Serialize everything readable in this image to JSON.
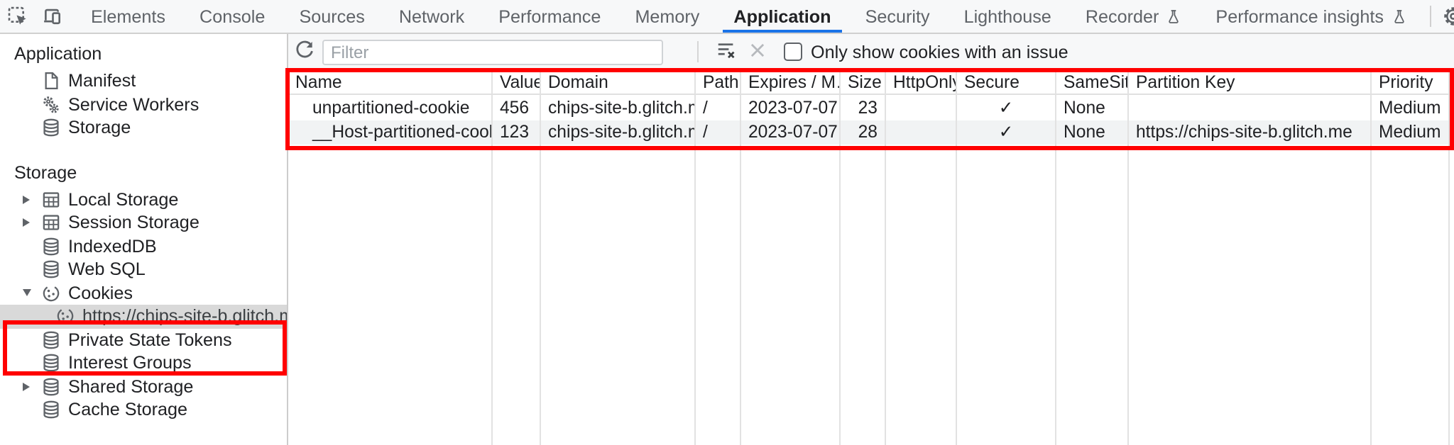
{
  "colors": {
    "accent_blue": "#1a73e8",
    "annotation_red": "#ff0000",
    "selected_gray": "#d9d9d9"
  },
  "tabbar": {
    "tabs": [
      {
        "label": "Elements"
      },
      {
        "label": "Console"
      },
      {
        "label": "Sources"
      },
      {
        "label": "Network"
      },
      {
        "label": "Performance"
      },
      {
        "label": "Memory"
      },
      {
        "label": "Application",
        "active": true
      },
      {
        "label": "Security"
      },
      {
        "label": "Lighthouse"
      },
      {
        "label": "Recorder",
        "flask": true
      },
      {
        "label": "Performance insights",
        "flask": true
      }
    ]
  },
  "sidebar": {
    "sections": [
      {
        "title": "Application",
        "items": [
          {
            "label": "Manifest",
            "icon": "document-icon"
          },
          {
            "label": "Service Workers",
            "icon": "service-worker-icon"
          },
          {
            "label": "Storage",
            "icon": "database-icon"
          }
        ]
      },
      {
        "title": "Storage",
        "items": [
          {
            "label": "Local Storage",
            "icon": "table-icon",
            "arrow": "right"
          },
          {
            "label": "Session Storage",
            "icon": "table-icon",
            "arrow": "right"
          },
          {
            "label": "IndexedDB",
            "icon": "database-icon"
          },
          {
            "label": "Web SQL",
            "icon": "database-icon"
          },
          {
            "label": "Cookies",
            "icon": "cookie-icon",
            "arrow": "down",
            "highlighted": true
          },
          {
            "label": "https://chips-site-b.glitch.me",
            "icon": "cookie-icon",
            "selected": true,
            "highlighted": true
          },
          {
            "label": "Private State Tokens",
            "icon": "database-icon"
          },
          {
            "label": "Interest Groups",
            "icon": "database-icon"
          },
          {
            "label": "Shared Storage",
            "icon": "database-icon",
            "arrow": "right"
          },
          {
            "label": "Cache Storage",
            "icon": "database-icon"
          }
        ]
      }
    ]
  },
  "toolbar": {
    "filter_placeholder": "Filter",
    "checkbox_label": "Only show cookies with an issue",
    "checkbox_checked": false
  },
  "cookie_table": {
    "columns": [
      "Name",
      "Value",
      "Domain",
      "Path",
      "Expires / M…",
      "Size",
      "HttpOnly",
      "Secure",
      "SameSite",
      "Partition Key",
      "Priority"
    ],
    "rows": [
      {
        "name": "unpartitioned-cookie",
        "value": "456",
        "domain": "chips-site-b.glitch.me",
        "path": "/",
        "expires": "2023-07-07…",
        "size": "23",
        "http_only": "",
        "secure": "✓",
        "same_site": "None",
        "partition_key": "",
        "priority": "Medium"
      },
      {
        "name": "__Host-partitioned-cookie",
        "value": "123",
        "domain": "chips-site-b.glitch.me",
        "path": "/",
        "expires": "2023-07-07…",
        "size": "28",
        "http_only": "",
        "secure": "✓",
        "same_site": "None",
        "partition_key": "https://chips-site-b.glitch.me",
        "priority": "Medium"
      }
    ]
  }
}
